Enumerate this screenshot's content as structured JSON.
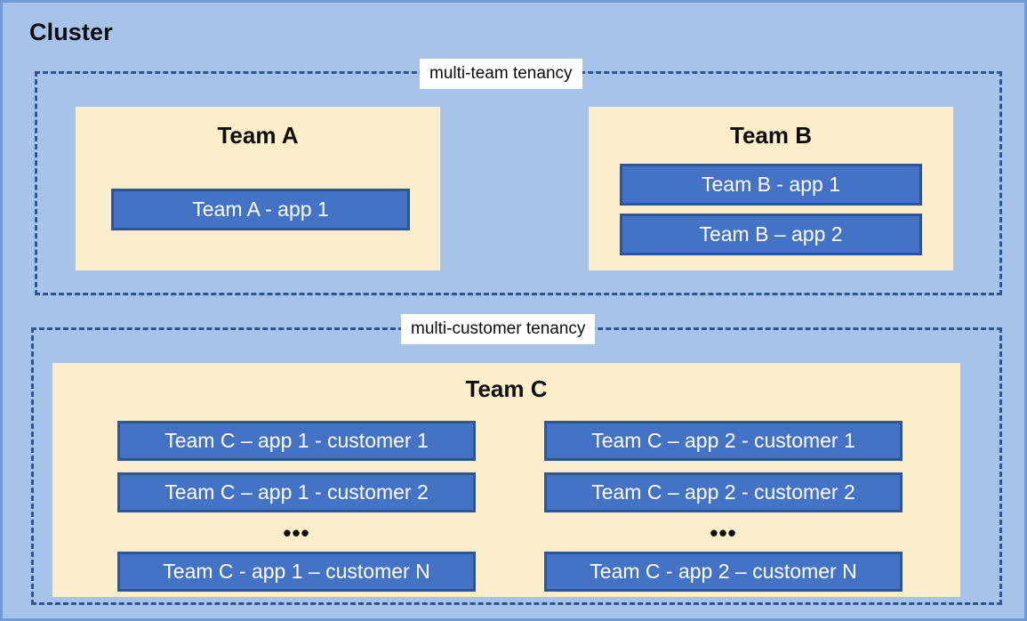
{
  "diagram": {
    "title": "Cluster",
    "colors": {
      "cluster_background": "#a7c3e9",
      "cluster_border": "#6f9bd7",
      "team_panel_fill": "#fdeecb",
      "app_box_fill": "#4472c4",
      "app_box_border": "#2f5597",
      "dashed_group_border": "#2f5597",
      "label_background": "#ffffff",
      "text_dark": "#0d0d0d",
      "text_light": "#ffffff"
    },
    "groups": [
      {
        "id": "multi-team",
        "label": "multi-team tenancy",
        "teams": [
          {
            "id": "team-a",
            "title": "Team A",
            "apps": [
              "Team A - app 1"
            ]
          },
          {
            "id": "team-b",
            "title": "Team B",
            "apps": [
              "Team B - app 1",
              "Team B – app 2"
            ]
          }
        ]
      },
      {
        "id": "multi-customer",
        "label": "multi-customer tenancy",
        "teams": [
          {
            "id": "team-c",
            "title": "Team C",
            "columns": [
              {
                "id": "app-1-column",
                "items": [
                  "Team C – app 1 - customer 1",
                  "Team C – app 1 - customer 2"
                ],
                "ellipsis": "•••",
                "last_item": "Team C - app 1 – customer N"
              },
              {
                "id": "app-2-column",
                "items": [
                  "Team C – app 2 - customer 1",
                  "Team C – app 2 - customer 2"
                ],
                "ellipsis": "•••",
                "last_item": "Team C - app 2 – customer N"
              }
            ]
          }
        ]
      }
    ]
  }
}
